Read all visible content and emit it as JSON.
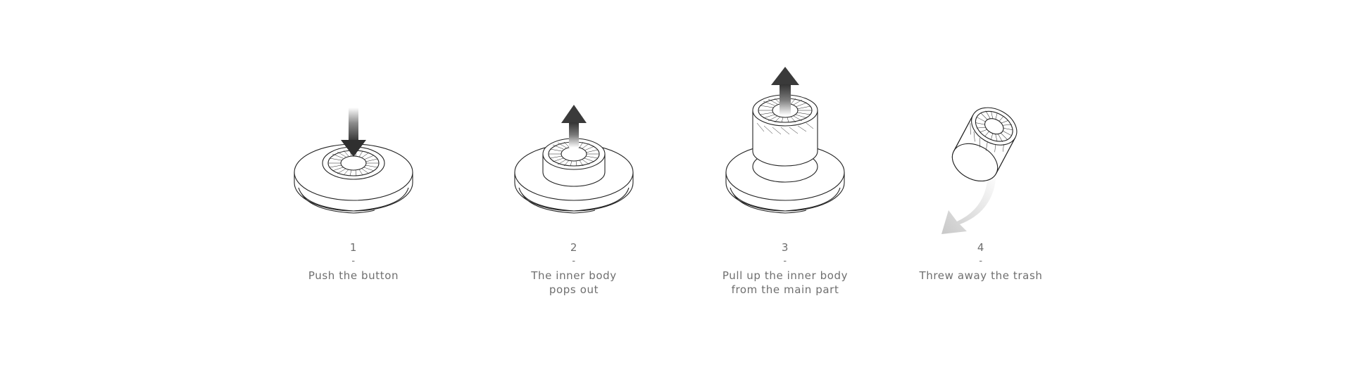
{
  "steps": [
    {
      "number": "1",
      "separator": "-",
      "text": "Push the button",
      "icon": "push-down-icon"
    },
    {
      "number": "2",
      "separator": "-",
      "text": "The inner body\npops out",
      "icon": "pop-out-icon"
    },
    {
      "number": "3",
      "separator": "-",
      "text": "Pull up the inner body\nfrom the main part",
      "icon": "pull-up-icon"
    },
    {
      "number": "4",
      "separator": "-",
      "text": "Threw away the trash",
      "icon": "discard-icon"
    }
  ],
  "colors": {
    "caption": "#6f6f6f",
    "line": "#222222",
    "arrow_dark": "#3a3a3a",
    "arrow_light": "#cfcfcf"
  }
}
